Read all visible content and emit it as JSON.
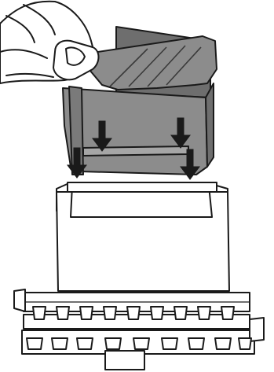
{
  "illustration": {
    "subject": "cartridge-insertion",
    "arrow_count": 4,
    "arrow_direction": "down",
    "colors": {
      "line": "#1a1a1a",
      "cartridge_fill": "#8c8c8c",
      "cartridge_dark": "#6e6e6e",
      "cartridge_light": "#a6a6a6",
      "paper": "#ffffff",
      "arrow": "#1a1a1a"
    }
  }
}
